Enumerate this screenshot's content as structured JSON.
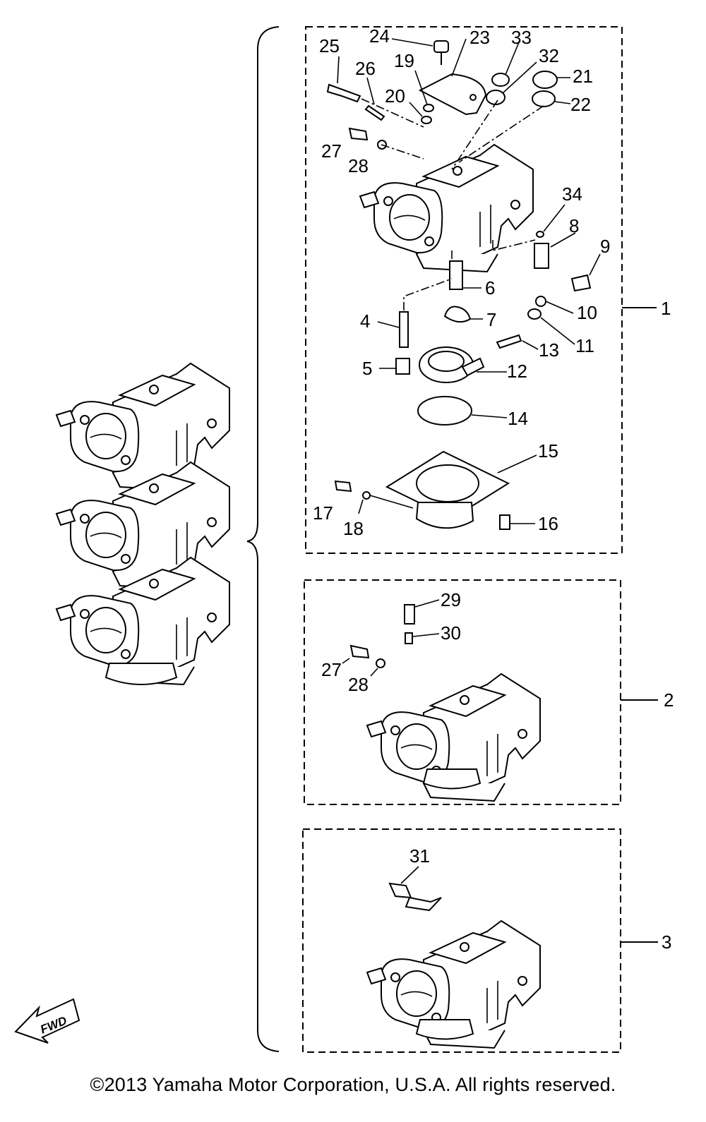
{
  "labels": {
    "p1": "1",
    "p2": "2",
    "p3": "3",
    "p4": "4",
    "p5": "5",
    "p6": "6",
    "p7": "7",
    "p8": "8",
    "p9": "9",
    "p10": "10",
    "p11": "11",
    "p12": "12",
    "p13": "13",
    "p14": "14",
    "p15": "15",
    "p16": "16",
    "p17": "17",
    "p18": "18",
    "p19": "19",
    "p20": "20",
    "p21": "21",
    "p22": "22",
    "p23": "23",
    "p24": "24",
    "p25": "25",
    "p26": "26",
    "p27": "27",
    "p28": "28",
    "p27b": "27",
    "p28b": "28",
    "p29": "29",
    "p30": "30",
    "p31": "31",
    "p32": "32",
    "p33": "33",
    "p34": "34"
  },
  "fwd_label": "FWD",
  "copyright": "©2013 Yamaha Motor Corporation, U.S.A. All rights reserved."
}
